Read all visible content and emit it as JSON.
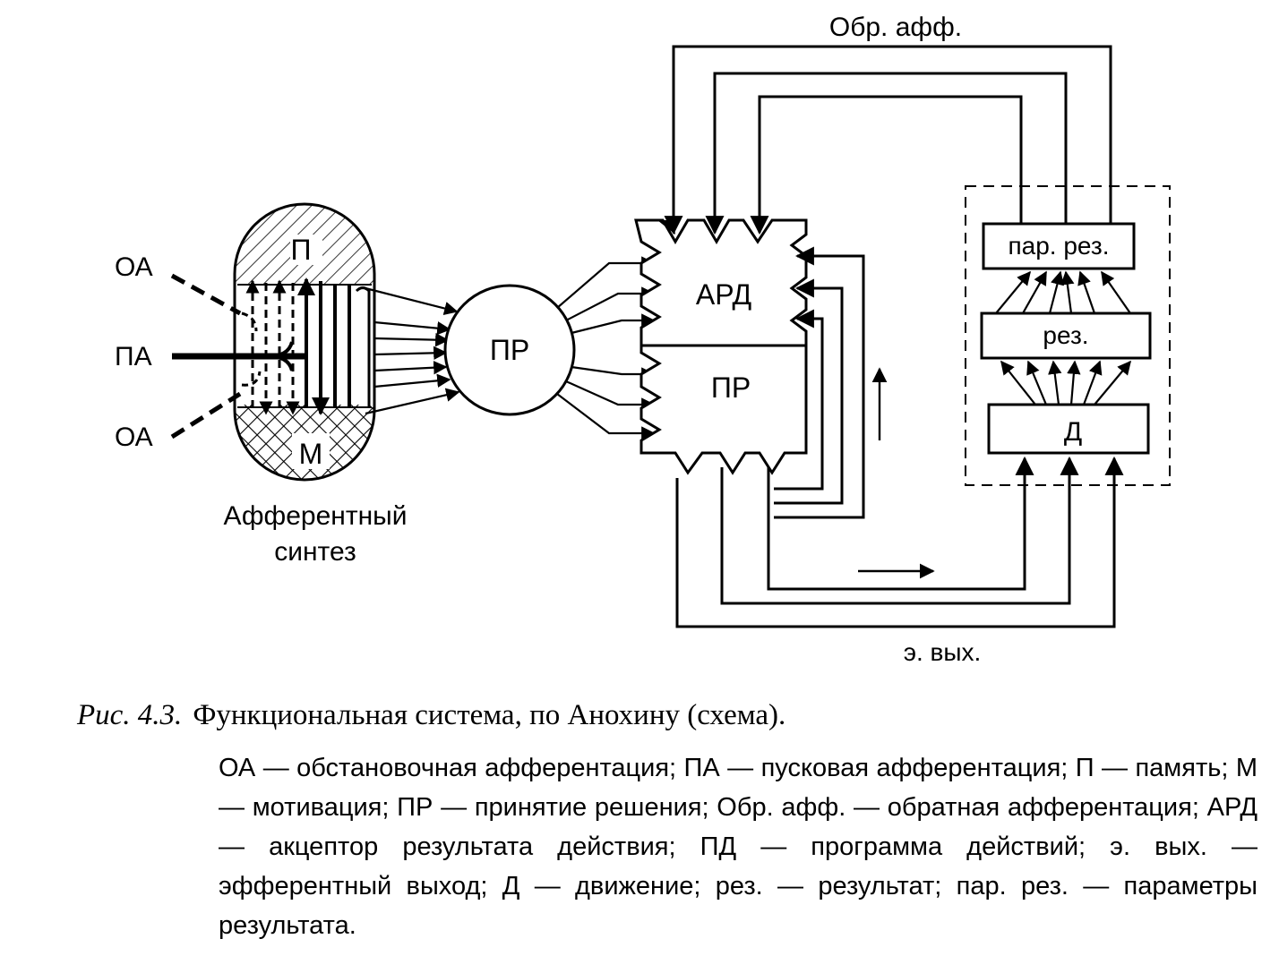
{
  "diagram": {
    "labels": {
      "oa_top": "ОА",
      "pa": "ПА",
      "oa_bottom": "ОА",
      "memory": "П",
      "motivation": "М",
      "synthesis_line1": "Афферентный",
      "synthesis_line2": "синтез",
      "decision": "ПР",
      "acceptor": "АРД",
      "program": "ПР",
      "feedback": "Обр. афф.",
      "result_params": "пар. рез.",
      "result": "рез.",
      "movement": "Д",
      "efferent_output": "э. вых."
    }
  },
  "caption": {
    "figure_label": "Рис. 4.3.",
    "title": "Функциональная система, по Анохину (схема).",
    "legend": "ОА — обстановочная афферентация; ПА — пусковая афферентация; П — память; М — мотивация; ПР — принятие решения; Обр. афф. — обратная афферентация; АРД — акцептор результата действия; ПД — программа действий; э. вых. — эфферентный выход; Д — движение; рез. — результат; пар. рез. — параметры результата."
  }
}
